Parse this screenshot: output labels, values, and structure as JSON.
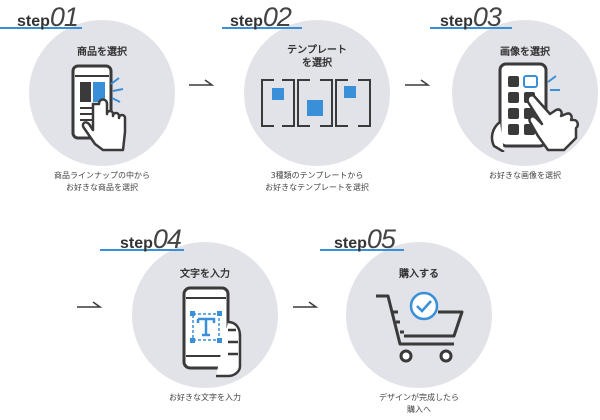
{
  "steps": [
    {
      "word": "step",
      "num": "01",
      "title": "商品を選択",
      "desc1": "商品ラインナップの中から",
      "desc2": "お好きな商品を選択"
    },
    {
      "word": "step",
      "num": "02",
      "title1": "テンプレート",
      "title2": "を選択",
      "desc1": "3種類のテンプレートから",
      "desc2": "お好きなテンプレートを選択"
    },
    {
      "word": "step",
      "num": "03",
      "title": "画像を選択",
      "desc1": "お好きな画像を選択"
    },
    {
      "word": "step",
      "num": "04",
      "title": "文字を入力",
      "desc1": "お好きな文字を入力"
    },
    {
      "word": "step",
      "num": "05",
      "title": "購入する",
      "desc1": "デザインが完成したら",
      "desc2": "購入へ"
    }
  ],
  "colors": {
    "accent": "#3a8fd9",
    "circle": "#e2e3e9",
    "dark": "#3a3a3a"
  },
  "icons": [
    "phone-hand-icon",
    "template-icon",
    "image-select-icon",
    "text-input-icon",
    "cart-check-icon",
    "arrow-right-icon"
  ]
}
